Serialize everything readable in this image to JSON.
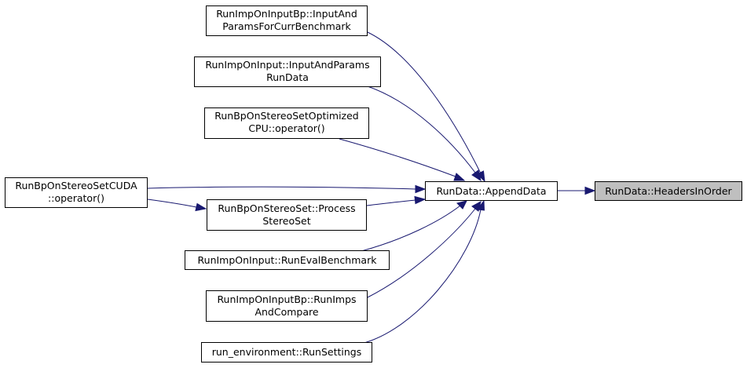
{
  "graph": {
    "nodes": {
      "headers_in_order": {
        "lines": [
          "RunData::HeadersInOrder"
        ]
      },
      "append_data": {
        "lines": [
          "RunData::AppendData"
        ]
      },
      "input_params_bp": {
        "lines": [
          "RunImpOnInputBp::InputAnd",
          "ParamsForCurrBenchmark"
        ]
      },
      "input_params_rundata": {
        "lines": [
          "RunImpOnInput::InputAndParams",
          "RunData"
        ]
      },
      "optimized_cpu": {
        "lines": [
          "RunBpOnStereoSetOptimized",
          "CPU::operator()"
        ]
      },
      "cuda_operator": {
        "lines": [
          "RunBpOnStereoSetCUDA",
          "::operator()"
        ]
      },
      "process_stereo": {
        "lines": [
          "RunBpOnStereoSet::Process",
          "StereoSet"
        ]
      },
      "run_eval": {
        "lines": [
          "RunImpOnInput::RunEvalBenchmark"
        ]
      },
      "run_imps": {
        "lines": [
          "RunImpOnInputBp::RunImps",
          "AndCompare"
        ]
      },
      "run_settings": {
        "lines": [
          "run_environment::RunSettings"
        ]
      }
    },
    "colors": {
      "edge": "#191970",
      "node_border": "#000000",
      "current_node_fill": "#bfbfbf"
    }
  }
}
